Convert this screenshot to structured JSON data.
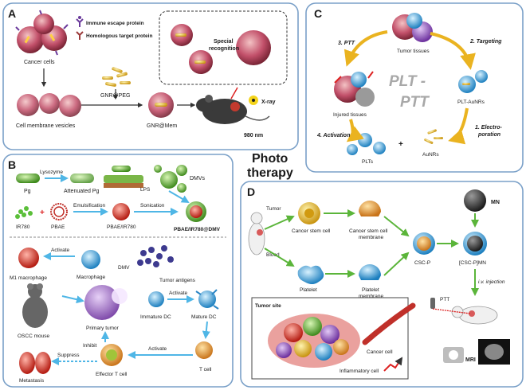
{
  "panels": {
    "A": {
      "letter": "A",
      "legend_escape": "Immune escape protein",
      "legend_target": "Homologous target protein",
      "cancer_cells": "Cancer cells",
      "special": "Special",
      "recognition": "recognition",
      "gnr_peg": "GNR@PEG",
      "cell_membrane_vesicles": "Cell membrane vesicles",
      "gnr_mem": "GNR@Mem",
      "xray": "X-ray",
      "nm980": "980 nm"
    },
    "B": {
      "letter": "B",
      "pg": "Pg",
      "lysozyme": "Lysozyme",
      "attenuated_pg": "Attenuated Pg",
      "lps": "LPS",
      "dmvs": "DMVs",
      "ir780": "IR780",
      "pbae": "PBAE",
      "emulsification": "Emulsification",
      "pbae_ir780": "PBAE/IR780",
      "sonication": "Sonication",
      "pbae_ir780_dmv": "PBAE/IR780@DMV",
      "activate1": "Activate",
      "m1": "M1 macrophage",
      "macrophage": "Macrophage",
      "dmv": "DMV",
      "tumor_antigens": "Tumor antigens",
      "activate2": "Activate",
      "oscc": "OSCC mouse",
      "primary_tumor": "Primary tumor",
      "immature_dc": "Immature DC",
      "mature_dc": "Mature DC",
      "inhibit": "Inhibit",
      "suppress": "Suppress",
      "activate3": "Activate",
      "metastasis": "Metastasis",
      "effector_t": "Effector T cell",
      "t_cell": "T cell"
    },
    "C": {
      "letter": "C",
      "tumor_tissues": "Tumor tissues",
      "ptt3": "3. PTT",
      "targeting": "2. Targeting",
      "plt": "PLT -",
      "ptt": "PTT",
      "injured": "Injured tissues",
      "plt_aunrs": "PLT-AuNRs",
      "activation": "4. Activation",
      "electro1": "1. Electro-",
      "electro2": "poration",
      "aunrs": "AuNRs",
      "plts": "PLTs"
    },
    "D": {
      "letter": "D",
      "tumor": "Tumor",
      "blood": "Blood",
      "csc": "Cancer stem cell",
      "csc_mem1": "Cancer stem cell",
      "csc_mem2": "membrane",
      "mn": "MN",
      "cscp": "CSC-P",
      "cscp_mn": "[CSC-P]MN",
      "platelet": "Platelet",
      "platelet_mem1": "Platelet",
      "platelet_mem2": "membrane",
      "iv": "i.v. injection",
      "ptt": "PTT",
      "tumor_site": "Tumor site",
      "cancer_cell": "Cancer cell",
      "inflam": "Inflammatory cell",
      "mri": "MRI"
    },
    "center": {
      "line1": "Photo",
      "line2": "therapy"
    }
  },
  "colors": {
    "frame": "#7aa0c8",
    "arrow_blue": "#63c3ea",
    "arrow_green": "#6cc04a",
    "arrow_yellow": "#f1c232",
    "cancer": "#b5475a",
    "gold": "#e8c24a",
    "platelet": "#3aa7d8"
  }
}
